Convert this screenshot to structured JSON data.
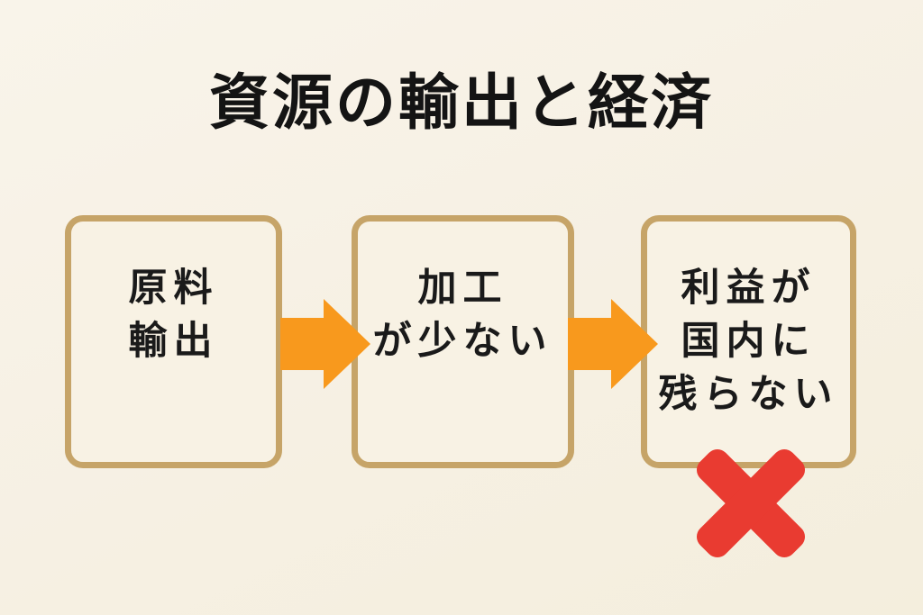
{
  "title": "資源の輸出と経済",
  "flow": {
    "steps": [
      {
        "name": "raw-material-export",
        "lines": [
          "原料",
          "輸出"
        ]
      },
      {
        "name": "little-processing",
        "lines": [
          "加工",
          "が少ない"
        ]
      },
      {
        "name": "profit-not-retained",
        "lines": [
          "利益が",
          "国内に",
          "残らない"
        ]
      }
    ]
  },
  "icons": {
    "arrow": "arrow-right-icon",
    "cross": "x-mark-icon"
  },
  "colors": {
    "background": "#f6f0e3",
    "box_fill": "#f8f2e4",
    "box_border": "#c6a468",
    "arrow": "#f8991d",
    "cross": "#e93b31",
    "text": "#1a1a1a"
  }
}
